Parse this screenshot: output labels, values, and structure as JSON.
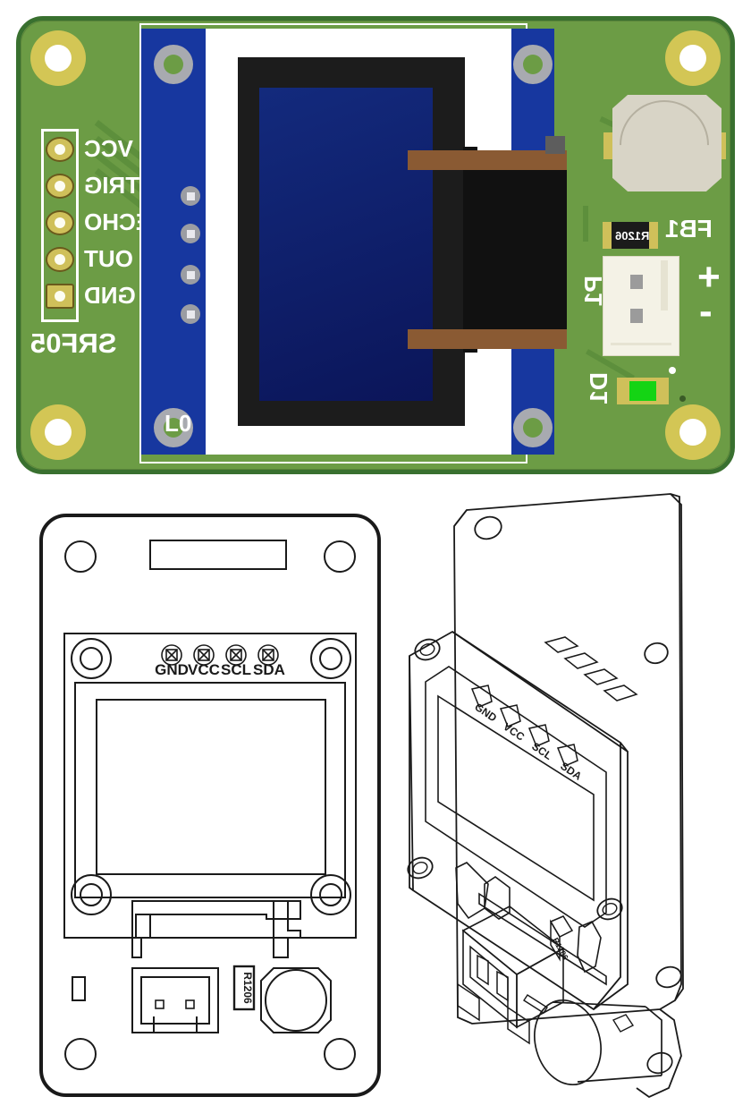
{
  "document": {
    "type": "pcb-assembly-drawing",
    "views": [
      {
        "name": "top-rendered-view"
      },
      {
        "name": "front-outline-drawing"
      },
      {
        "name": "isometric-outline-drawing"
      }
    ]
  },
  "colors": {
    "pcb_green": "#6c9c45",
    "pcb_edge_green": "#39702f",
    "oled_pcb_blue": "#17379f",
    "oled_glass_blue": "#0d1a66",
    "oled_bezel_black": "#1c1c1c",
    "pad_gold": "#cfc05a",
    "mount_pad_gold": "#d3c655",
    "silkscreen_white": "#ffffff",
    "led_green": "#14d414",
    "buzzer_body": "#d8d4c6",
    "connector_white": "#f4f2e6",
    "ribbon_brown": "#8a5a33",
    "line_drawing_stroke": "#1a1a1a"
  },
  "pcb": {
    "header": {
      "designator": "SRF05",
      "pin_labels": [
        "VCC",
        "TRIG",
        "ECHO",
        "OUT",
        "GND"
      ],
      "pin_count": 5
    },
    "oled_module": {
      "pin_labels": [
        "GND",
        "VCC",
        "SCL",
        "SDA"
      ],
      "silkscreen_marking": "L0",
      "mount_hole_count": 4
    },
    "components": [
      {
        "designator": "FB1",
        "package": "R1206",
        "marking": "R1206",
        "type": "resistor"
      },
      {
        "designator": "P1",
        "polarity_plus": "+",
        "polarity_minus": "-",
        "type": "battery-connector"
      },
      {
        "designator": "D1",
        "type": "led",
        "color": "#14d414"
      }
    ]
  },
  "outline_drawing": {
    "pin_labels": [
      "GND",
      "VCC",
      "SCL",
      "SDA"
    ],
    "component_marking": "R1206"
  },
  "isometric_drawing": {
    "pin_labels": [
      "GND",
      "VCC",
      "SCL",
      "SDA"
    ],
    "component_marking": "R1206"
  }
}
